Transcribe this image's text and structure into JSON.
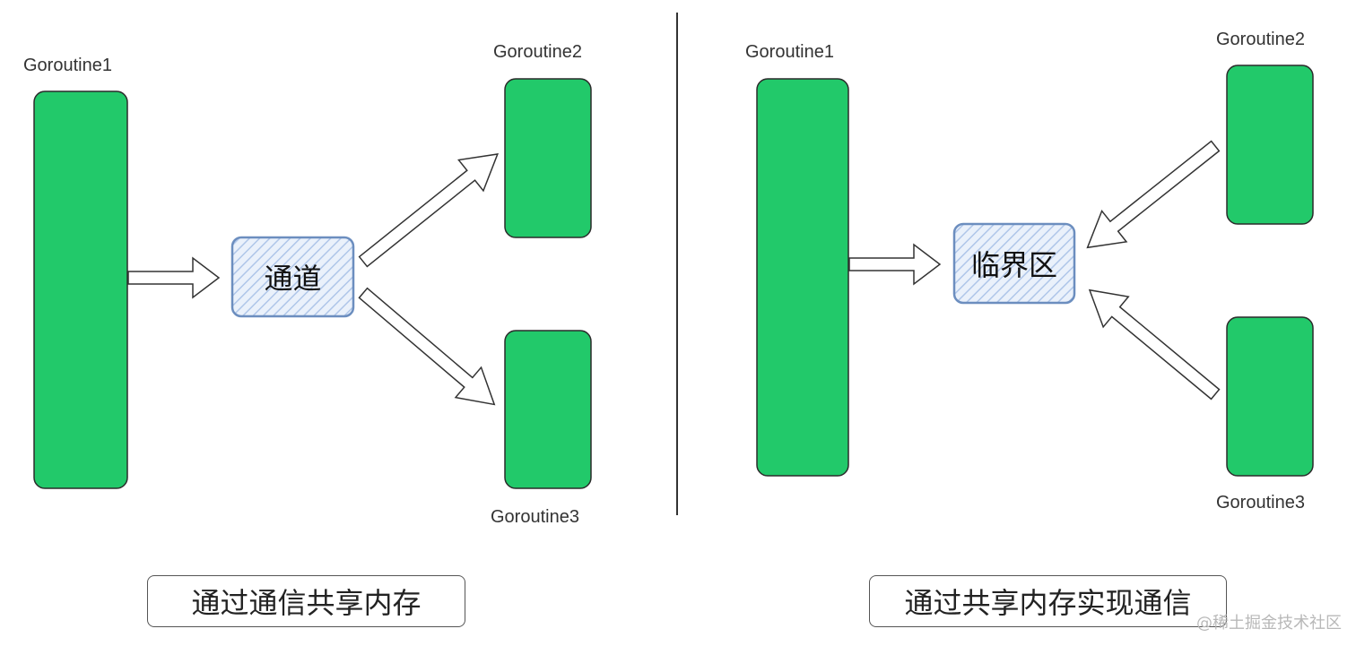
{
  "colors": {
    "goroutine_fill": "#22C96A",
    "goroutine_stroke": "#2b2b2b",
    "node_fill": "#EAF1FB",
    "node_hatch": "#AFC6E9",
    "node_stroke": "#6C8EBF",
    "arrow_stroke": "#333333"
  },
  "left_panel": {
    "goroutine1_label": "Goroutine1",
    "goroutine2_label": "Goroutine2",
    "goroutine3_label": "Goroutine3",
    "center_node": "通道",
    "caption": "通过通信共享内存"
  },
  "right_panel": {
    "goroutine1_label": "Goroutine1",
    "goroutine2_label": "Goroutine2",
    "goroutine3_label": "Goroutine3",
    "center_node": "临界区",
    "caption": "通过共享内存实现通信"
  },
  "watermark": "@稀土掘金技术社区"
}
